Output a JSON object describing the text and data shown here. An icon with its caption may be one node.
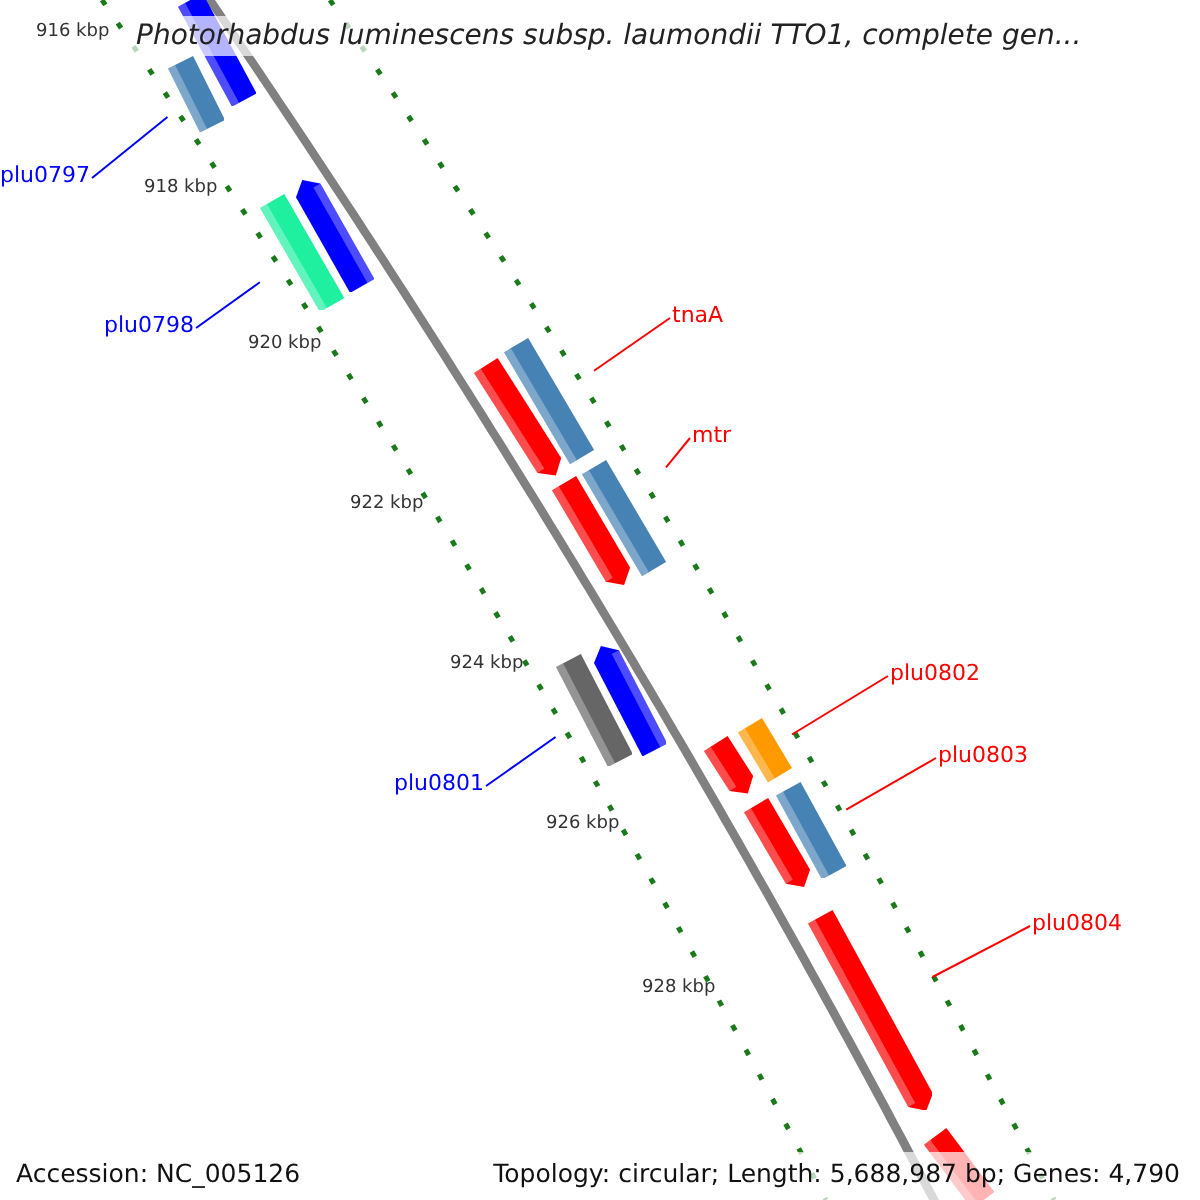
{
  "diagram": {
    "title": "Photorhabdus luminescens subsp. laumondii TTO1, complete gen...",
    "nodes": [
      {
        "text": [],
        "shape": "bar"
      },
      {
        "text": [],
        "shape": "bar"
      },
      {
        "text": [
          "plu0797"
        ]
      },
      {
        "text": [],
        "shape": "bar"
      },
      {
        "text": [],
        "shape": "bar"
      },
      {
        "text": [
          "plu0798"
        ]
      },
      {
        "text": [
          "tnaA"
        ]
      },
      {
        "text": [],
        "shape": "bar"
      },
      {
        "text": [],
        "shape": "bar"
      },
      {
        "text": [
          "mtr"
        ]
      },
      {
        "text": [],
        "shape": "bar"
      },
      {
        "text": [],
        "shape": "bar"
      },
      {
        "text": [],
        "shape": "bar"
      },
      {
        "text": [],
        "shape": "bar"
      },
      {
        "text": [
          "plu0801"
        ]
      },
      {
        "text": [
          "plu0802"
        ]
      },
      {
        "text": [],
        "shape": "bar"
      },
      {
        "text": [],
        "shape": "bar"
      },
      {
        "text": [
          "plu0803"
        ]
      },
      {
        "text": [],
        "shape": "bar"
      },
      {
        "text": [],
        "shape": "bar"
      },
      {
        "text": [
          "plu0804"
        ]
      },
      {
        "text": [],
        "shape": "bar"
      },
      {
        "text": [],
        "shape": "bar"
      }
    ],
    "edges": [
      {
        "from": 2,
        "to": 1,
        "arrow": "none",
        "color": "#0000ff"
      },
      {
        "from": 5,
        "to": 4,
        "arrow": "none",
        "color": "#0000ff"
      },
      {
        "from": 6,
        "to": 8,
        "arrow": "none"
      },
      {
        "from": 9,
        "to": 11,
        "arrow": "none"
      },
      {
        "from": 14,
        "to": 12,
        "arrow": "none",
        "color": "#0000ff"
      },
      {
        "from": 15,
        "to": 17,
        "arrow": "none"
      },
      {
        "from": 18,
        "to": 20,
        "arrow": "none"
      },
      {
        "from": 21,
        "to": 22,
        "arrow": "none"
      }
    ],
    "labels": [
      "916 kbp",
      "918 kbp",
      "920 kbp",
      "922 kbp",
      "924 kbp",
      "926 kbp",
      "928 kbp",
      "Accession: NC_005126",
      "Topology: circular; Length: 5,688,987 bp; Genes: 4,790"
    ]
  }
}
